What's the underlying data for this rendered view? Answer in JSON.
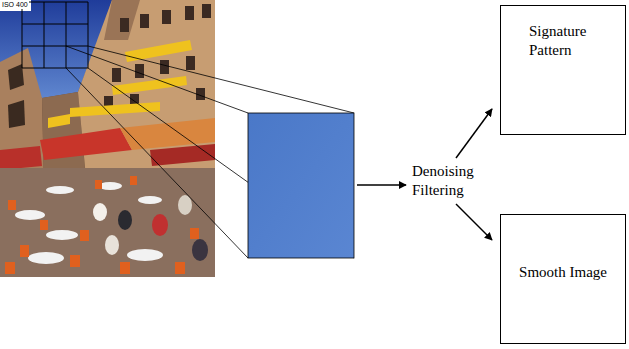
{
  "diagram": {
    "nodes": [
      {
        "text": [
          "Denoising Filtering"
        ]
      },
      {
        "text": [
          "Signature Pattern"
        ]
      },
      {
        "text": [
          "Smooth Image"
        ]
      }
    ],
    "edges": [
      {
        "from": 0,
        "to": 1,
        "arrow": "to"
      },
      {
        "from": 0,
        "to": 2,
        "arrow": "to"
      }
    ],
    "labels": [
      "ISO 400"
    ]
  }
}
